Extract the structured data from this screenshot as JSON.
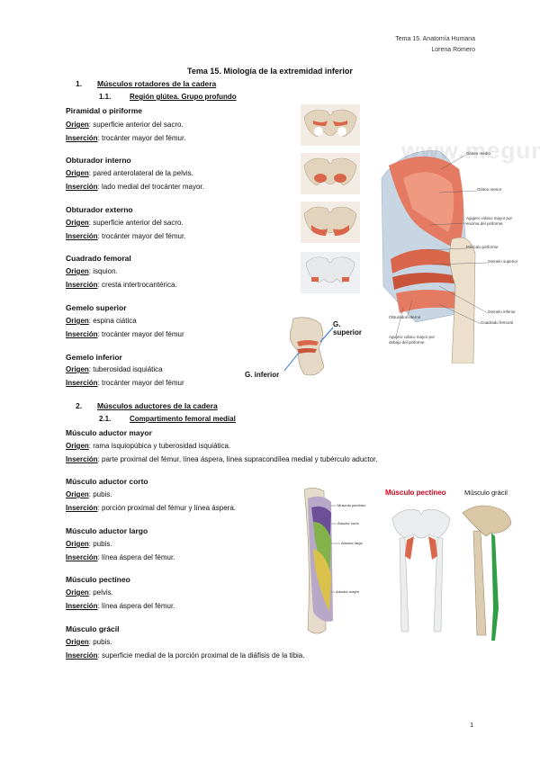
{
  "header": {
    "line1": "Tema 15. Anatomía Humana",
    "line2": "Lorena Romero"
  },
  "title": "Tema 15. Miología de la extremidad inferior",
  "sections": {
    "s1": {
      "num": "1.",
      "text": "Músculos rotadores de la cadera"
    },
    "s11": {
      "num": "1.1.",
      "text": "Región glútea. Grupo profundo"
    },
    "s2": {
      "num": "2.",
      "text": "Músculos aductores de la cadera"
    },
    "s21": {
      "num": "2.1.",
      "text": "Compartimento femoral medial"
    }
  },
  "labels": {
    "origen": "Origen",
    "insercion": "Inserción"
  },
  "muscles": [
    {
      "name": "Piramidal o piriforme",
      "origen": ": superficie anterior del sacro.",
      "insercion": ": trocánter mayor del fémur."
    },
    {
      "name": "Obturador interno",
      "origen": ": pared anterolateral de la pelvis.",
      "insercion": ": lado medial del trocánter mayor."
    },
    {
      "name": "Obturador externo",
      "origen": ": superficie anterior del sacro.",
      "insercion": ": trocánter mayor del fémur."
    },
    {
      "name": "Cuadrado femoral",
      "origen": ": isquion.",
      "insercion": ": cresta intertrocantérica."
    },
    {
      "name": "Gemelo superior",
      "origen": ": espina ciática",
      "insercion": ": trocánter mayor del fémur"
    },
    {
      "name": "Gemelo inferior",
      "origen": ": tuberosidad isquiática",
      "insercion": ": trocánter mayor del fémur"
    },
    {
      "name": "Músculo aductor mayor",
      "origen": ": rama isquiopúbica y tuberosidad isquiática.",
      "insercion": ": parte proximal del fémur, línea áspera, línea supracondílea medial y tubérculo aductor."
    },
    {
      "name": "Músculo aductor corto",
      "origen": ": pubis.",
      "insercion": ": porción proximal del fémur y línea áspera."
    },
    {
      "name": "Músculo aductor largo",
      "origen": ": pubis.",
      "insercion": ": línea áspera del fémur."
    },
    {
      "name": "Músculo pectíneo",
      "origen": ": pelvis.",
      "insercion": ": línea áspera del fémur."
    },
    {
      "name": "Músculo grácil",
      "origen": ": pubis.",
      "insercion": ": superficie medial de la porción proximal de la diáfisis de la tibia."
    }
  ],
  "figures": {
    "gluteal": {
      "watermark": "www.megum",
      "labels": [
        "Glúteo medio",
        "Glúteo menor",
        "Agujero ciático mayor por encima del piriforme",
        "Músculo piriforme",
        "Gemelo superior",
        "Obturador interno",
        "Gemelo inferior",
        "Cuadrado femoral",
        "Agujero ciático mayor por debajo del piriforme"
      ]
    },
    "gemelos": {
      "superior": "G. superior",
      "inferior": "G. inferior"
    },
    "adductor": {
      "labels": [
        "Músculo pectíneo",
        "Aductor corto",
        "Aductor largo",
        "Aductor mayor"
      ]
    },
    "pectineo": {
      "label": "Músculo pectíneo",
      "color": "#d0021b"
    },
    "gracil": {
      "label": "Músculo grácil"
    }
  },
  "page_number": "1"
}
